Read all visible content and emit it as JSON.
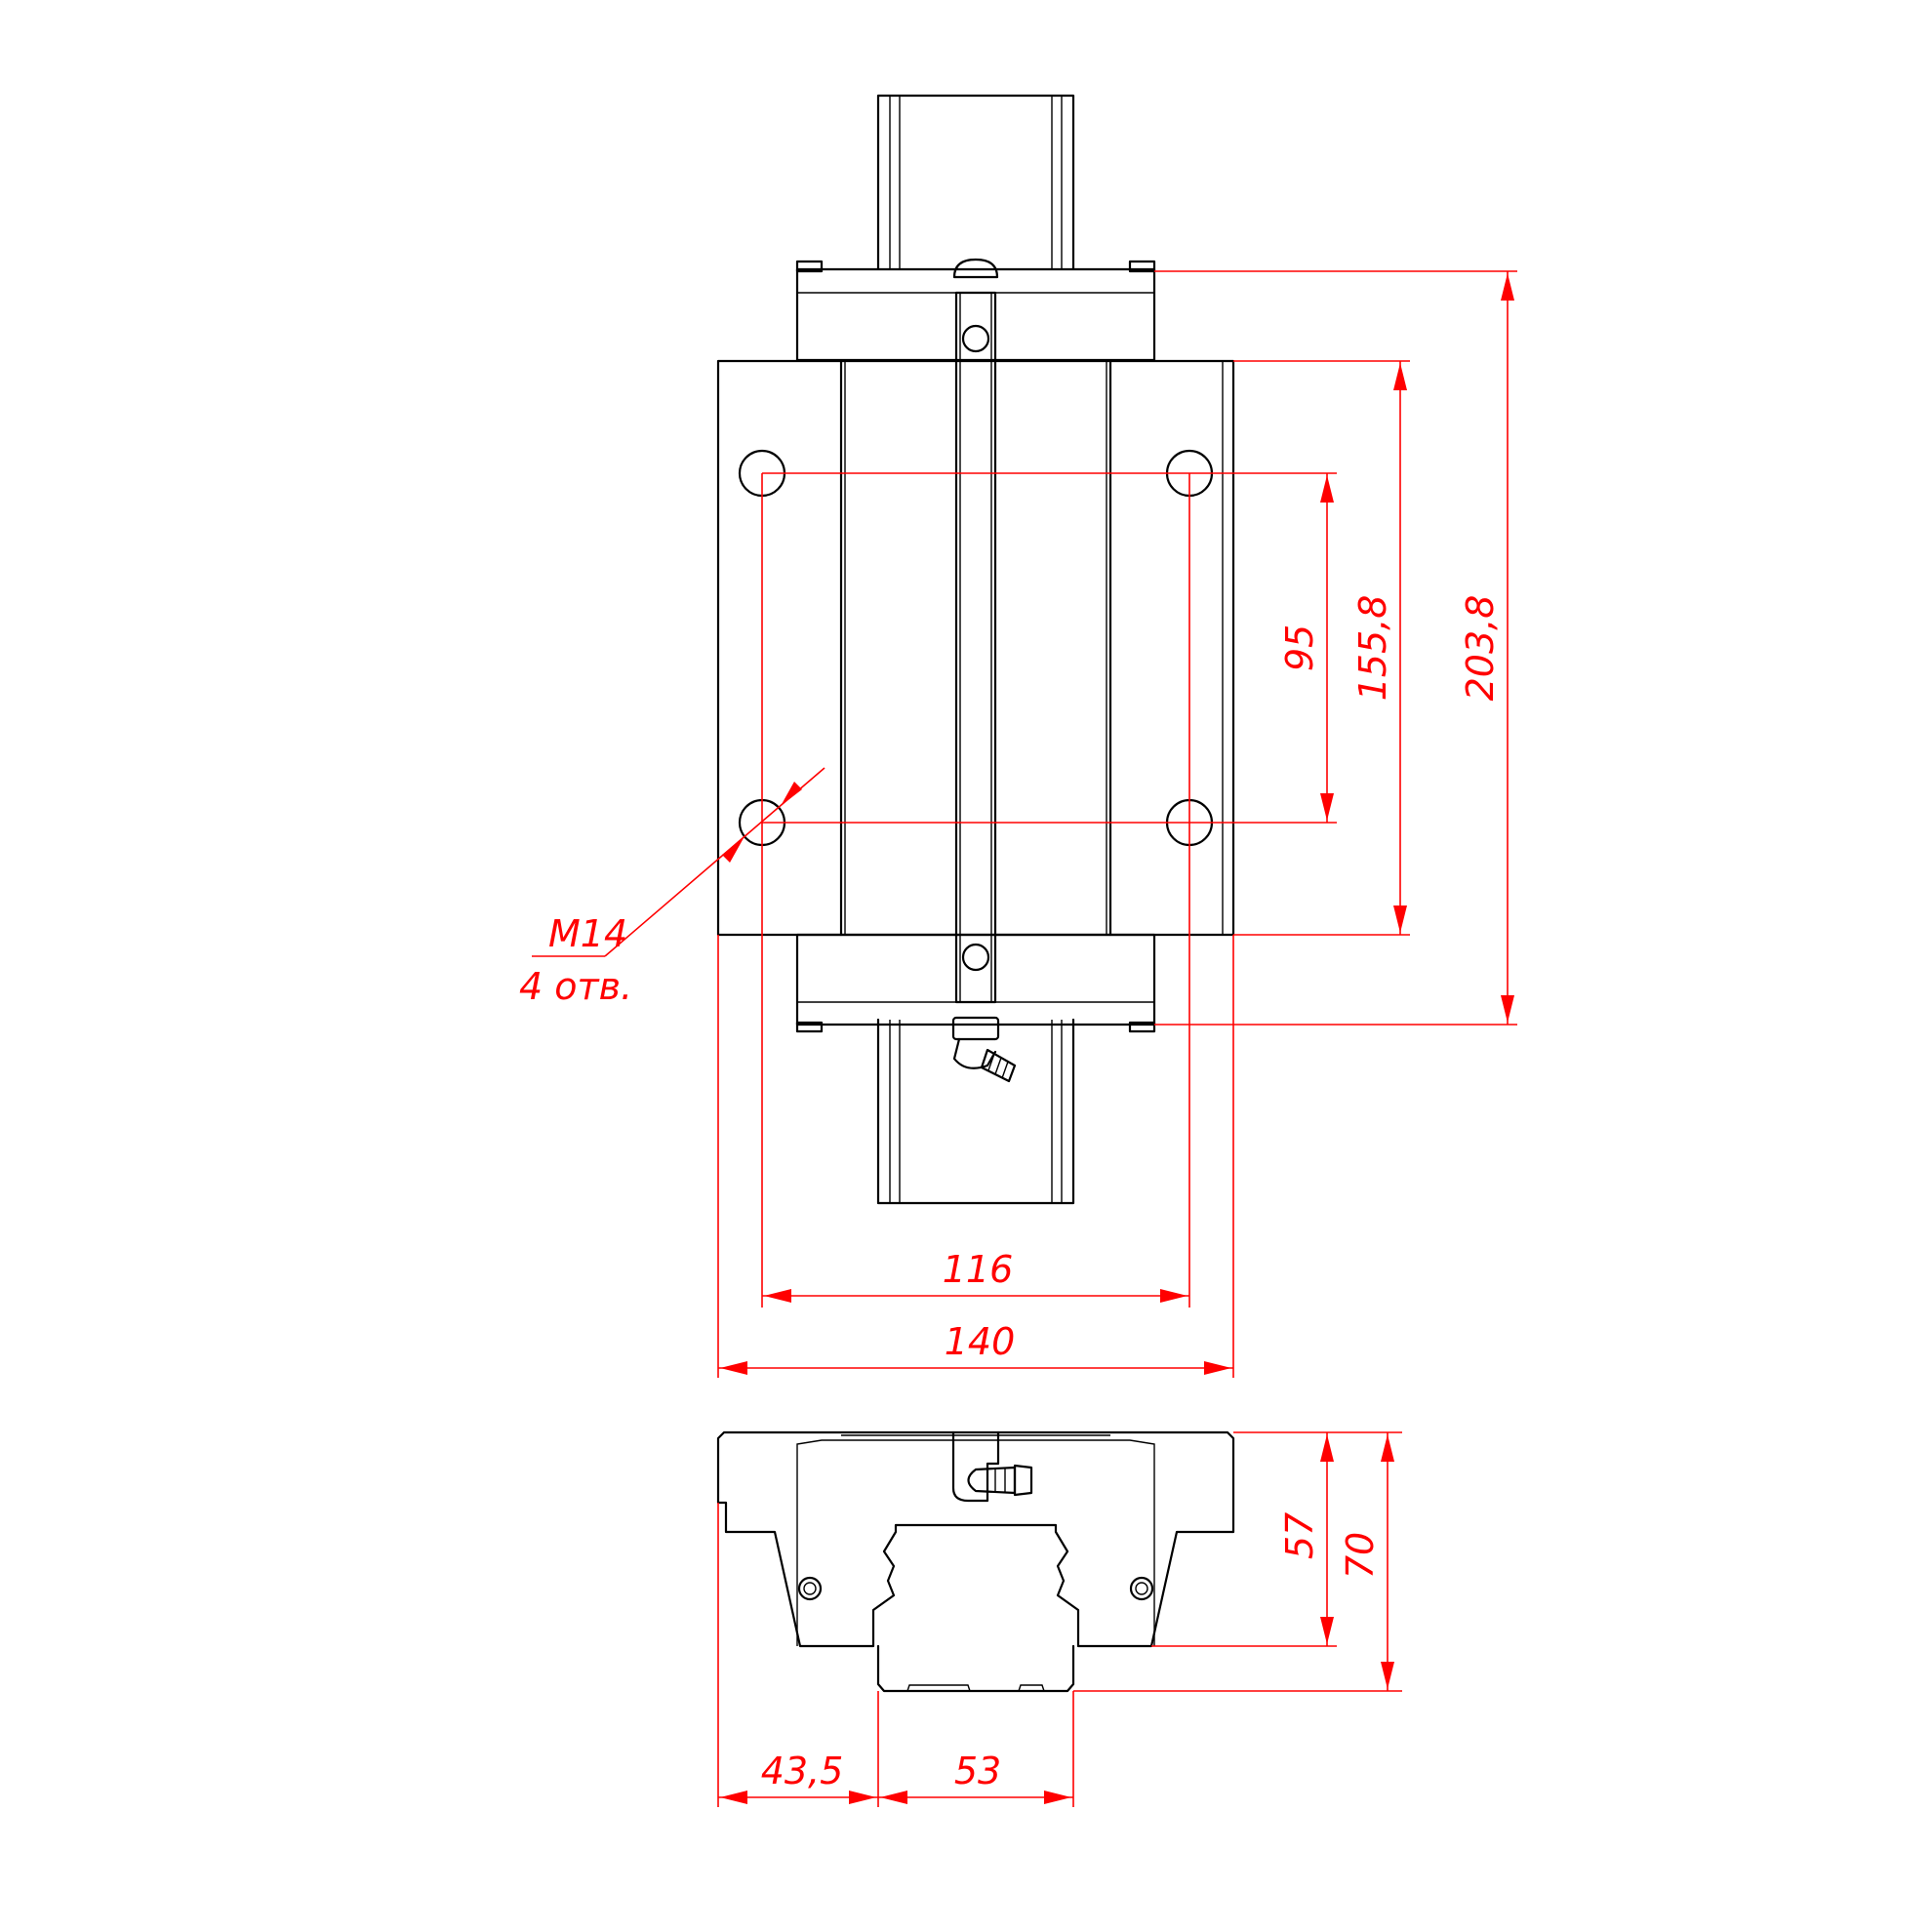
{
  "colors": {
    "part_outline": "#000000",
    "dimension": "#ff0000",
    "background": "#ffffff"
  },
  "dimensions": {
    "hole_pitch_x": "116",
    "block_width": "140",
    "hole_pitch_y": "95",
    "block_body_length": "155,8",
    "block_total_length": "203,8",
    "height_to_rail_bottom": "57",
    "total_height": "70",
    "flange_offset": "43,5",
    "rail_width": "53"
  },
  "callout": {
    "thread": "M14",
    "count": "4 отв."
  }
}
